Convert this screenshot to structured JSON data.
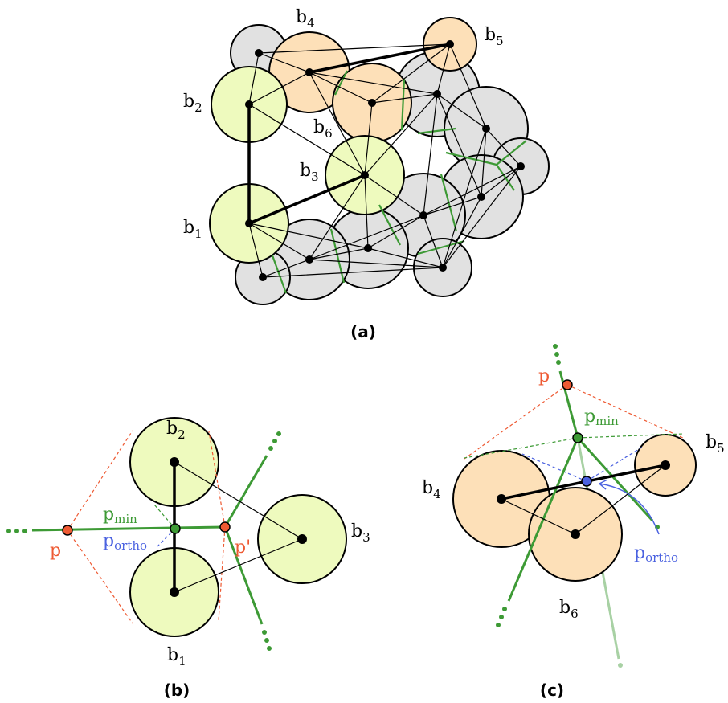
{
  "colors": {
    "green_fill": "#eefabe",
    "orange_fill": "#fde0b8",
    "gray_fill": "#e1e1e1",
    "voronoi_green": "#3d9a35",
    "point_red": "#ee5a33",
    "point_blue": "#4b62e0"
  },
  "panel_a": {
    "caption": "(a)",
    "labels": [
      {
        "id": "b4",
        "base": "b",
        "sub": "4"
      },
      {
        "id": "b5",
        "base": "b",
        "sub": "5"
      },
      {
        "id": "b2",
        "base": "b",
        "sub": "2"
      },
      {
        "id": "b6",
        "base": "b",
        "sub": "6"
      },
      {
        "id": "b3",
        "base": "b",
        "sub": "3"
      },
      {
        "id": "b1",
        "base": "b",
        "sub": "1"
      }
    ]
  },
  "panel_b": {
    "caption": "(b)",
    "labels": [
      {
        "id": "b2",
        "base": "b",
        "sub": "2"
      },
      {
        "id": "b3",
        "base": "b",
        "sub": "3"
      },
      {
        "id": "b1",
        "base": "b",
        "sub": "1"
      }
    ],
    "p": "p",
    "p_prime": "p'",
    "pmin_base": "p",
    "pmin_sub": "min",
    "portho_base": "p",
    "portho_sub": "ortho"
  },
  "panel_c": {
    "caption": "(c)",
    "labels": [
      {
        "id": "b4",
        "base": "b",
        "sub": "4"
      },
      {
        "id": "b5",
        "base": "b",
        "sub": "5"
      },
      {
        "id": "b6",
        "base": "b",
        "sub": "6"
      }
    ],
    "p": "p",
    "pmin_base": "p",
    "pmin_sub": "min",
    "portho_base": "p",
    "portho_sub": "ortho"
  }
}
